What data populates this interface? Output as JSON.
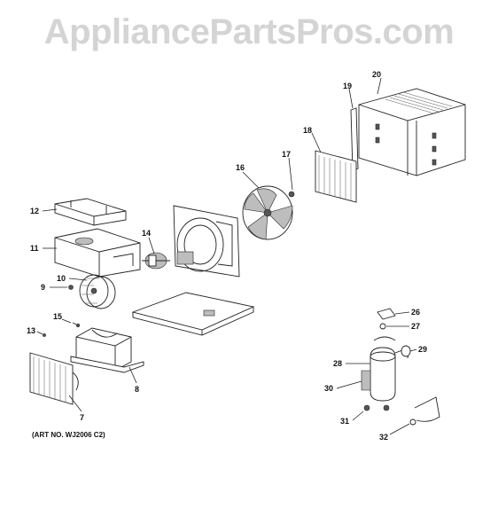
{
  "watermark": "AppliancePartsPros.com",
  "art_number": "(ART NO. WJ2006 C2)",
  "callouts": {
    "c7": "7",
    "c8": "8",
    "c9": "9",
    "c10": "10",
    "c11": "11",
    "c12": "12",
    "c13": "13",
    "c14": "14",
    "c15": "15",
    "c16": "16",
    "c17": "17",
    "c18": "18",
    "c19": "19",
    "c20": "20",
    "c26": "26",
    "c27": "27",
    "c28": "28",
    "c29": "29",
    "c30": "30",
    "c31": "31",
    "c32": "32"
  },
  "colors": {
    "watermark": "#d4d4d4",
    "line": "#222222",
    "background": "#ffffff"
  }
}
